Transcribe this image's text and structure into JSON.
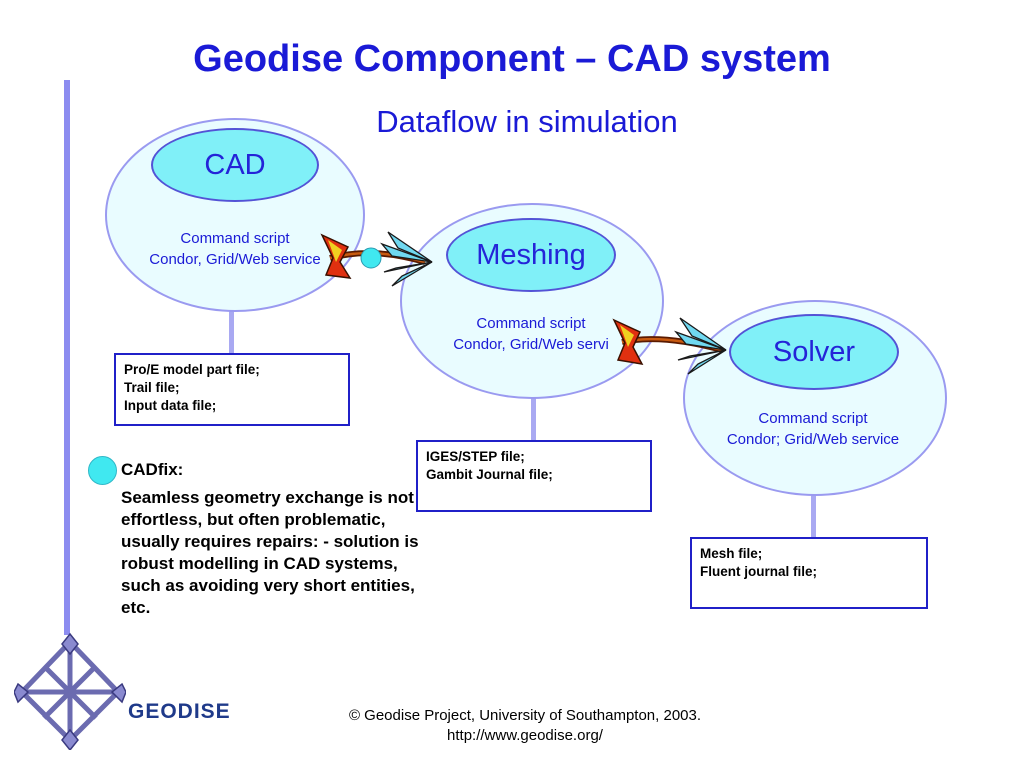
{
  "slide": {
    "title": "Geodise Component – CAD system",
    "subtitle": "Dataflow in simulation"
  },
  "nodes": [
    {
      "label": "CAD",
      "caption_line1": "Command script",
      "caption_line2": "Condor, Grid/Web service"
    },
    {
      "label": "Meshing",
      "caption_line1": "Command script",
      "caption_line2": "Condor, Grid/Web servi"
    },
    {
      "label": "Solver",
      "caption_line1": "Command script",
      "caption_line2": "Condor; Grid/Web service"
    }
  ],
  "files": [
    {
      "lines": [
        "Pro/E model part file;",
        "Trail file;",
        "Input data file;"
      ]
    },
    {
      "lines": [
        "IGES/STEP file;",
        "Gambit Journal file;"
      ]
    },
    {
      "lines": [
        "Mesh file;",
        "Fluent journal file;"
      ]
    }
  ],
  "bullet": {
    "heading": "CADfix:",
    "body": "Seamless geometry exchange is not effortless, but often problematic, usually requires repairs: - solution is robust modelling in CAD systems, such as avoiding very short entities, etc."
  },
  "footer": {
    "line1": "© Geodise Project, University of Southampton, 2003.",
    "line2": "http://www.geodise.org/"
  },
  "logo": {
    "text": "GEODISE"
  },
  "colors": {
    "title": "#1a1ad6",
    "ellipse_fill": "#e9fcff",
    "inner_fill": "#80f0f8",
    "box_border": "#2020c8",
    "bullet": "#40e8f0"
  }
}
